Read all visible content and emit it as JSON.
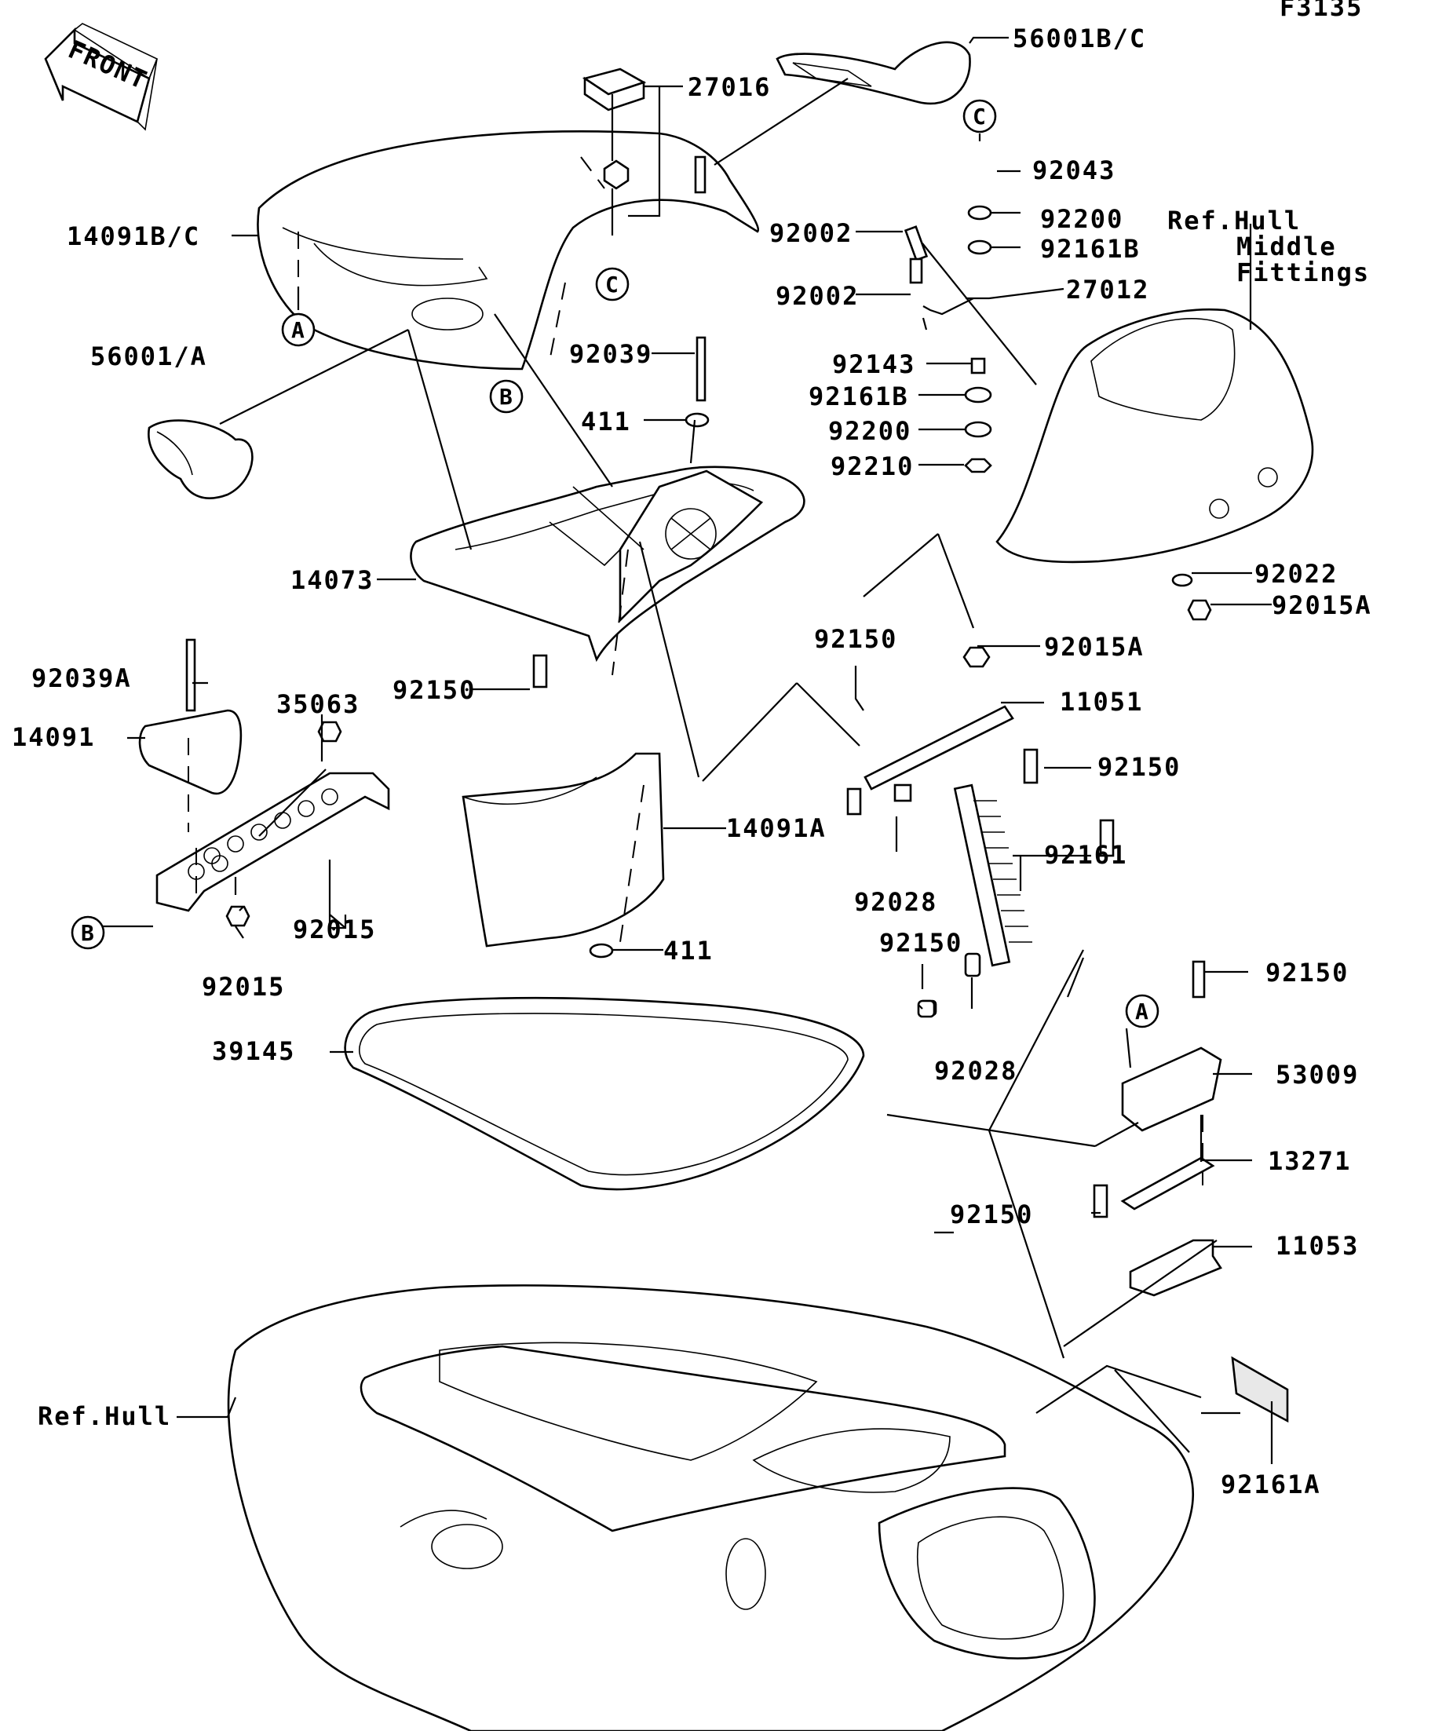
{
  "figure_code": "F3135",
  "front_arrow": {
    "label": "FRONT",
    "icon": "front-arrow-icon"
  },
  "refs": {
    "hull": "Ref.Hull",
    "hull_middle_line1": "Ref.Hull",
    "hull_middle_line2": "Middle",
    "hull_middle_line3": "Fittings"
  },
  "callouts": {
    "a": "A",
    "b": "B",
    "c": "C"
  },
  "parts": {
    "p56001bc": "56001B/C",
    "p27016": "27016",
    "p92043": "92043",
    "p92200_top": "92200",
    "p92002_a": "92002",
    "p92161b_top": "92161B",
    "p14091bc": "14091B/C",
    "p92002_b": "92002",
    "p27012": "27012",
    "p56001a": "56001/A",
    "p92039": "92039",
    "p92143": "92143",
    "p92161b_mid": "92161B",
    "p411_top": "411",
    "p92200_mid": "92200",
    "p92210": "92210",
    "p14073": "14073",
    "p92022": "92022",
    "p92015a_right": "92015A",
    "p92150_a": "92150",
    "p92015a_mid": "92015A",
    "p92039a": "92039A",
    "p35063": "35063",
    "p92150_b": "92150",
    "p11051": "11051",
    "p14091": "14091",
    "p92150_c": "92150",
    "p14091a": "14091A",
    "p92161": "92161",
    "p92028_a": "92028",
    "p92015_a": "92015",
    "p92150_d": "92150",
    "p411_bottom": "411",
    "p92015_b": "92015",
    "p92150_e": "92150",
    "p39145": "39145",
    "p92028_b": "92028",
    "p53009": "53009",
    "p13271": "13271",
    "p92150_f": "92150",
    "p11053": "11053",
    "p92161a": "92161A"
  }
}
